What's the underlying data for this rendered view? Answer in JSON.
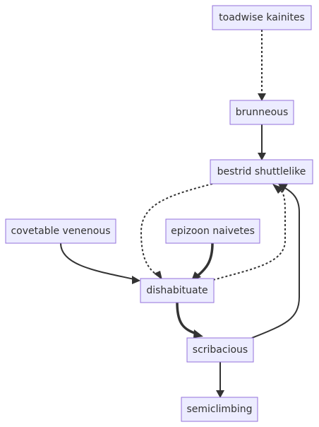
{
  "nodes": [
    {
      "id": "n1",
      "label": "toadwise kainites"
    },
    {
      "id": "n2",
      "label": "brunneous"
    },
    {
      "id": "n3",
      "label": "bestrid shuttlelike"
    },
    {
      "id": "n4",
      "label": "covetable venenous"
    },
    {
      "id": "n5",
      "label": "epizoon naivetes"
    },
    {
      "id": "n6",
      "label": "dishabituate"
    },
    {
      "id": "n7",
      "label": "scribacious"
    },
    {
      "id": "n8",
      "label": "semiclimbing"
    }
  ],
  "edges": [
    {
      "id": "e1",
      "from": "toadwise kainites",
      "to": "brunneous",
      "style": "dotted"
    },
    {
      "id": "e2",
      "from": "brunneous",
      "to": "bestrid shuttlelike",
      "style": "normal"
    },
    {
      "id": "e3",
      "from": "bestrid shuttlelike",
      "to": "dishabituate",
      "style": "dotted"
    },
    {
      "id": "e4",
      "from": "covetable venenous",
      "to": "dishabituate",
      "style": "normal"
    },
    {
      "id": "e5",
      "from": "epizoon naivetes",
      "to": "dishabituate",
      "style": "thick"
    },
    {
      "id": "e6",
      "from": "dishabituate",
      "to": "bestrid shuttlelike",
      "style": "dotted"
    },
    {
      "id": "e7",
      "from": "dishabituate",
      "to": "scribacious",
      "style": "thick"
    },
    {
      "id": "e8",
      "from": "scribacious",
      "to": "bestrid shuttlelike",
      "style": "normal"
    },
    {
      "id": "e9",
      "from": "scribacious",
      "to": "semiclimbing",
      "style": "normal"
    }
  ]
}
